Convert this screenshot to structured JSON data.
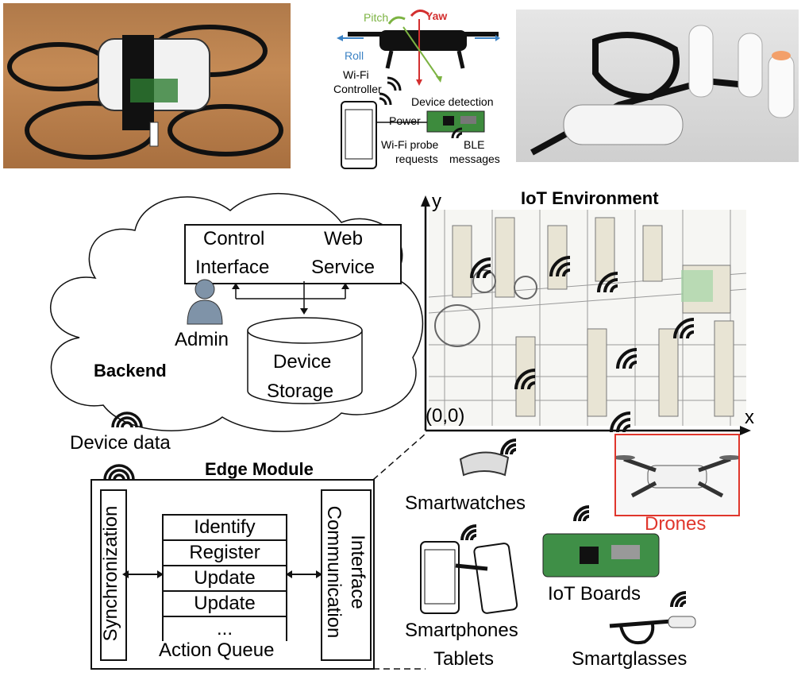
{
  "top_diagram": {
    "pitch": "Pitch",
    "yaw": "Yaw",
    "roll": "Roll",
    "wifi_controller": [
      "Wi-Fi",
      "Controller"
    ],
    "device_detection": "Device detection",
    "power": "Power",
    "wifi_probe": [
      "Wi-Fi probe",
      "requests"
    ],
    "ble": [
      "BLE",
      "messages"
    ]
  },
  "backend": {
    "title": "Backend",
    "control_interface": [
      "Control",
      "Interface"
    ],
    "web_service": [
      "Web",
      "Service"
    ],
    "admin": "Admin",
    "device_storage": [
      "Device",
      "Storage"
    ]
  },
  "device_data": "Device data",
  "edge": {
    "title": "Edge Module",
    "synchronization": "Synchronization",
    "communication_interface": [
      "Communication",
      "Interface"
    ],
    "queue_items": [
      "Identify",
      "Register",
      "Update",
      "Update",
      "..."
    ],
    "action_queue": "Action Queue"
  },
  "iot": {
    "title": "IoT Environment",
    "y_axis": "y",
    "x_axis": "x",
    "origin": "(0,0)"
  },
  "devices": {
    "smartwatches": "Smartwatches",
    "drones": "Drones",
    "iot_boards": "IoT Boards",
    "smartphones": [
      "Smartphones",
      "Tablets"
    ],
    "smartglasses": "Smartglasses"
  },
  "colors": {
    "drones_red": "#e0362c",
    "pitch_green": "#7cb342",
    "yaw_red": "#d32f2f",
    "roll_blue": "#3b82c4"
  }
}
